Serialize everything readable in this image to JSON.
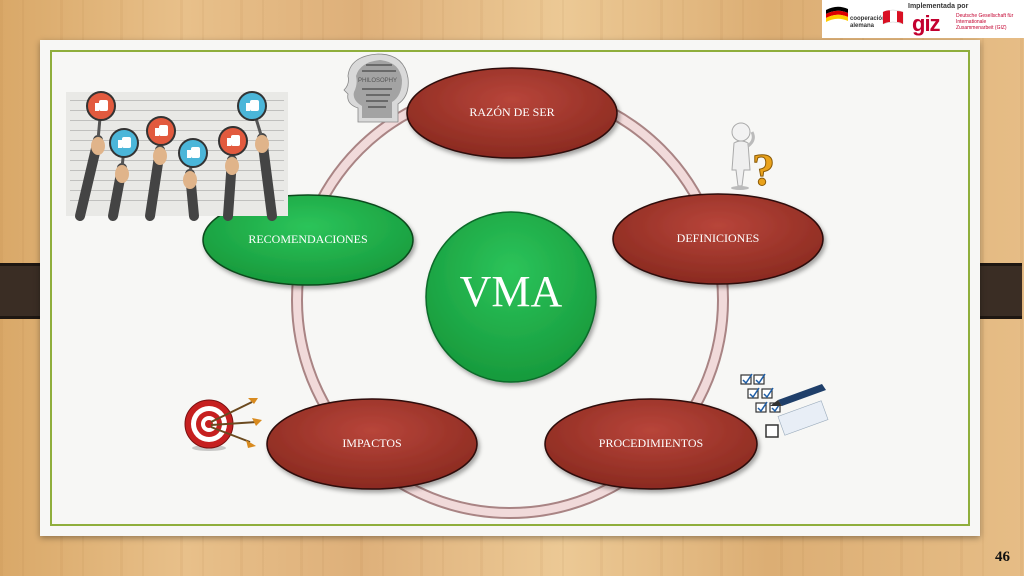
{
  "diagram": {
    "center": {
      "label": "VMA",
      "color": "#1fb14a"
    },
    "nodes": [
      {
        "id": "razon",
        "label": "RAZÓN DE SER",
        "color": "#9a2f24"
      },
      {
        "id": "definiciones",
        "label": "DEFINICIONES",
        "color": "#9a2f24"
      },
      {
        "id": "procedimientos",
        "label": "PROCEDIMIENTOS",
        "color": "#9a2f24"
      },
      {
        "id": "impactos",
        "label": "IMPACTOS",
        "color": "#9a2f24"
      },
      {
        "id": "recomendaciones",
        "label": "RECOMENDACIONES",
        "color": "#1fb14a"
      }
    ],
    "ring_color": "#d9b3b3"
  },
  "logo": {
    "cooperacion": "cooperación",
    "alemana": "alemana",
    "implementada": "Implementada por",
    "giz": "giz",
    "giz_desc": "Deutsche Gesellschaft für Internationale Zusammenarbeit (GIZ)"
  },
  "decor": {
    "word_cloud": "PHILOSOPHY",
    "icons": [
      "thumbs-up-hands-image",
      "thinking-person-question-icon",
      "checklist-icon",
      "target-arrows-icon",
      "head-word-cloud-icon"
    ]
  },
  "page_number": "46"
}
